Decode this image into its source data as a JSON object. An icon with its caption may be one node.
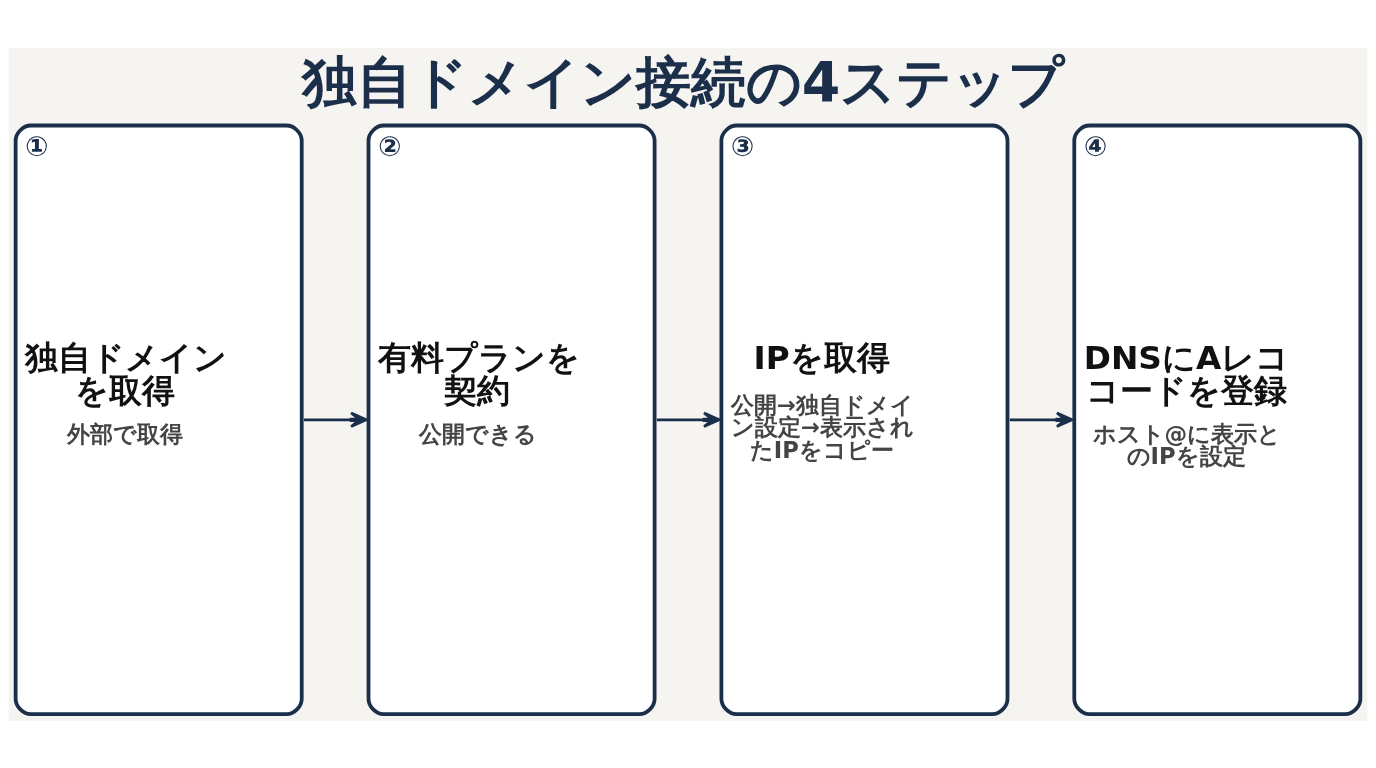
{
  "diagram": {
    "title": "独自ドメイン接続の4ステップ",
    "nodes": [
      {
        "text": [
          "①",
          "独自ドメインを取得",
          "外部で取得"
        ]
      },
      {
        "text": [
          "②",
          "有料プランを契約",
          "公開できる"
        ]
      },
      {
        "text": [
          "③",
          "IPを取得",
          "公開→独自ドメイン設定→表示されたIPをコピー"
        ]
      },
      {
        "text": [
          "④",
          "DNSにAレココードを登録",
          "ホスト@に表示とのIPを設定"
        ]
      }
    ],
    "edges": [
      {
        "from": 0,
        "to": 1,
        "arrow": "to"
      },
      {
        "from": 1,
        "to": 2,
        "arrow": "to"
      },
      {
        "from": 2,
        "to": 3,
        "arrow": "to"
      }
    ]
  }
}
